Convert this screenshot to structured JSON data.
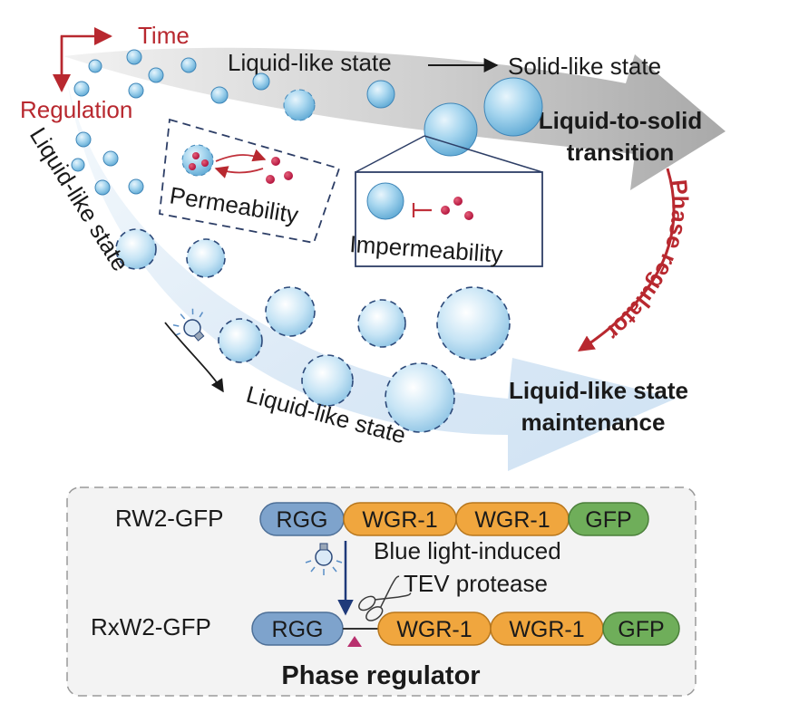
{
  "axes": {
    "time_label": "Time",
    "regulation_label": "Regulation"
  },
  "top_arrow": {
    "liquid_label": "Liquid-like state",
    "solid_label": "Solid-like state",
    "transition_label_line1": "Liquid-to-solid",
    "transition_label_line2": "transition"
  },
  "insets": {
    "permeability_label": "Permeability",
    "impermeability_label": "Impermeability"
  },
  "left_arrow": {
    "diagonal_label": "Liquid-like state",
    "bottom_label": "Liquid-like state"
  },
  "phase_regulator_arrow_label": "Phase regulator",
  "maintenance_label_line1": "Liquid-like state",
  "maintenance_label_line2": "maintenance",
  "constructs": {
    "rw2": {
      "name": "RW2-GFP",
      "segments": [
        "RGG",
        "WGR-1",
        "WGR-1",
        "GFP"
      ]
    },
    "rxw2": {
      "name": "RxW2-GFP",
      "segments": [
        "RGG",
        "WGR-1",
        "WGR-1",
        "GFP"
      ]
    },
    "process_label_line1": "Blue light-induced",
    "process_label_line2": "TEV protease"
  },
  "panel_title": "Phase regulator",
  "colors": {
    "rgg": "#7ea3cc",
    "wgr": "#f0a63e",
    "gfp": "#6fae5a",
    "accent_red": "#b8282f",
    "droplet": "#8ec7e6",
    "cleavage_site": "#b8306e"
  },
  "icons": [
    "light-bulb-icon",
    "scissors-icon",
    "cleavage-site-icon"
  ]
}
